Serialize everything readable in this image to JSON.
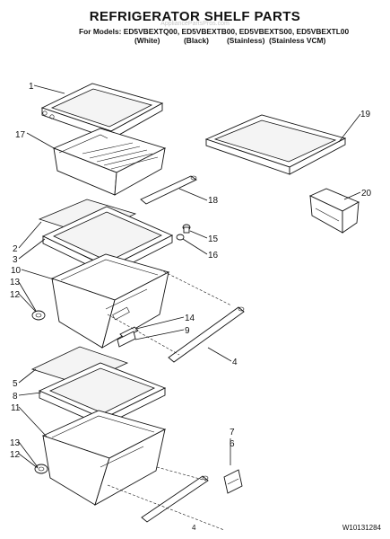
{
  "header": {
    "title": "REFRIGERATOR SHELF PARTS",
    "watermark": "AppliancePartsPros.com",
    "models_line": "For Models: ED5VBEXTQ00, ED5VBEXTB00, ED5VBEXTS00, ED5VBEXTL00",
    "colors": [
      "(White)",
      "(Black)",
      "(Stainless)",
      "(Stainless VCM)"
    ]
  },
  "callouts": [
    "1",
    "17",
    "19",
    "18",
    "20",
    "2",
    "3",
    "15",
    "16",
    "10",
    "13",
    "12",
    "14",
    "9",
    "4",
    "5",
    "8",
    "11",
    "7",
    "6",
    "13",
    "12"
  ],
  "footer": {
    "page_number": "4",
    "doc_number": "W10131284"
  }
}
